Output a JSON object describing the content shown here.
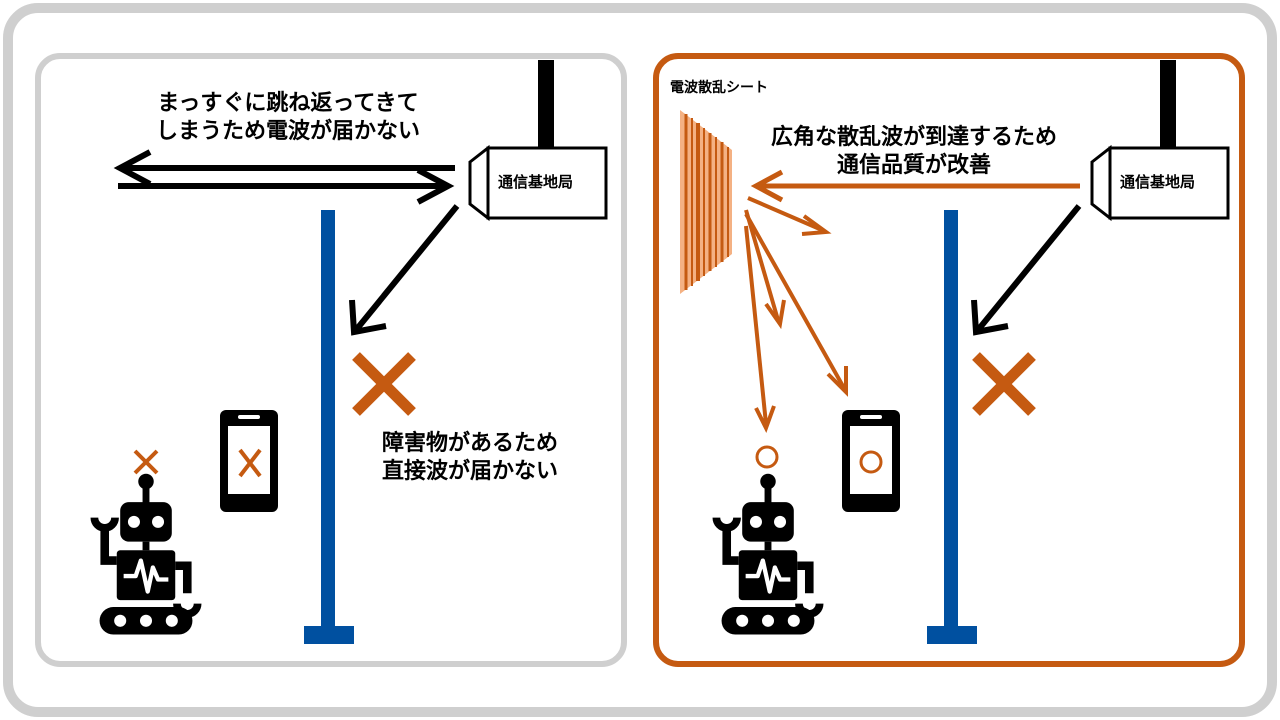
{
  "colors": {
    "outer_border": "#cfcfcf",
    "left_panel_border": "#cfcfcf",
    "right_panel_border": "#c55a11",
    "orange": "#c55a11",
    "blue_pole": "#0050a0",
    "black": "#000000",
    "light_orange": "#f4b183"
  },
  "left_panel": {
    "reflection_text_line1": "まっすぐに跳ね返ってきて",
    "reflection_text_line2": "しまうため電波が届かない",
    "station_label": "通信基地局",
    "obstacle_text_line1": "障害物があるため",
    "obstacle_text_line2": "直接波が届かない"
  },
  "right_panel": {
    "sheet_label": "電波散乱シート",
    "scatter_text_line1": "広角な散乱波が到達するため",
    "scatter_text_line2": "通信品質が改善",
    "station_label": "通信基地局"
  },
  "icons": {
    "station": "antenna-box-icon",
    "robot": "robot-icon",
    "smartphone": "smartphone-icon",
    "cross": "cross-mark-icon",
    "circle": "circle-mark-icon",
    "scatter_sheet": "scatter-sheet-icon"
  }
}
